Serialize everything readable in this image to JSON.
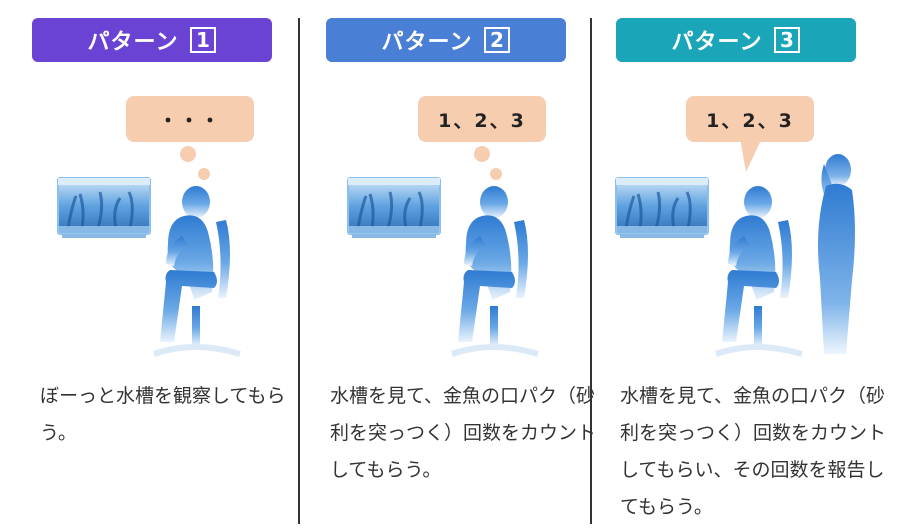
{
  "columns": [
    {
      "badge_label": "パターン",
      "badge_number": "1",
      "badge_color": "#6b43d4",
      "bubble_text": "・・・",
      "caption": "ぼーっと水槽を観察してもらう。"
    },
    {
      "badge_label": "パターン",
      "badge_number": "2",
      "badge_color": "#4a7fd6",
      "bubble_text": "1、2、3",
      "caption": "水槽を見て、金魚の口パク（砂利を突っつく）回数をカウントしてもらう。"
    },
    {
      "badge_label": "パターン",
      "badge_number": "3",
      "badge_color": "#1aa6b8",
      "bubble_text": "1、2、3",
      "caption": "水槽を見て、金魚の口パク（砂利を突っつく）回数をカウントしてもらい、その回数を報告してもらう。"
    }
  ],
  "colors": {
    "bubble": "#f7cdb0",
    "silhouette": "#3f87d6",
    "aquarium": "#6fb0e6"
  }
}
